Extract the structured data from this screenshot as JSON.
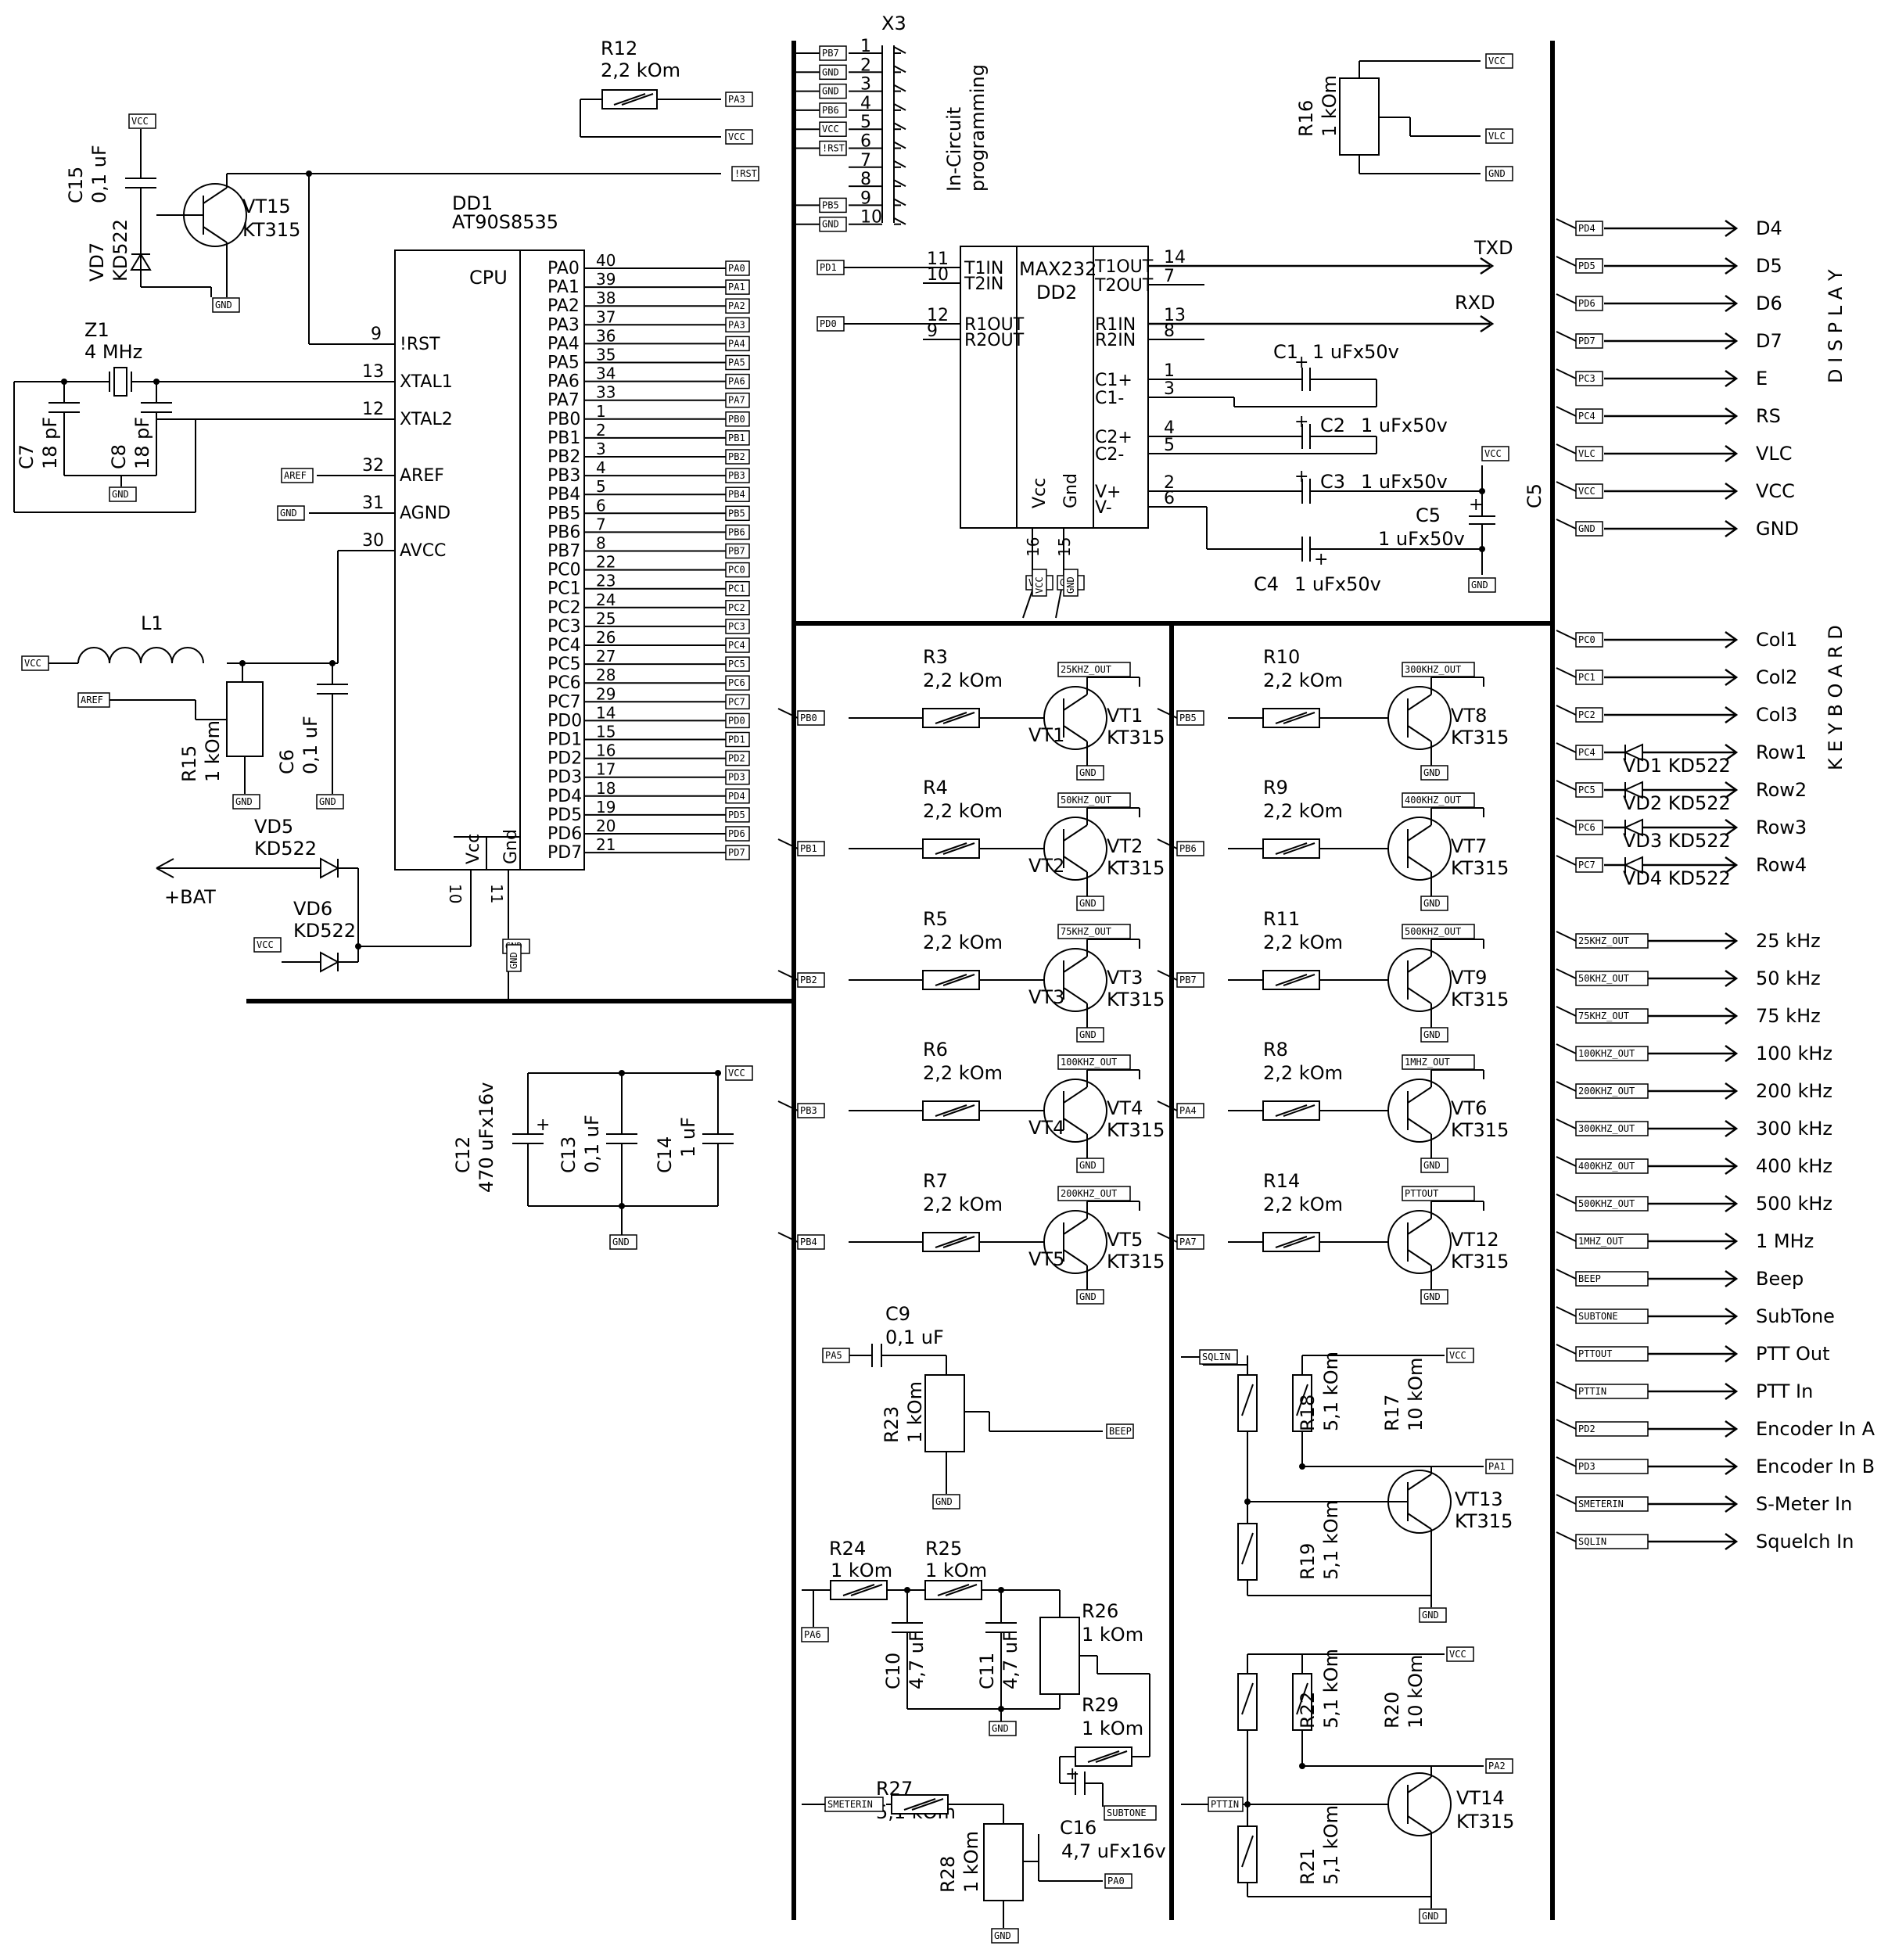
{
  "mcu": {
    "ref": "DD1",
    "part": "AT90S8535",
    "core": "CPU",
    "vcc_pin": "10",
    "gnd_pin": "11"
  },
  "mcu_left_pins": [
    {
      "num": "9",
      "name": "!RST"
    },
    {
      "num": "13",
      "name": "XTAL1"
    },
    {
      "num": "12",
      "name": "XTAL2"
    },
    {
      "num": "32",
      "name": "AREF"
    },
    {
      "num": "31",
      "name": "AGND"
    },
    {
      "num": "30",
      "name": "AVCC"
    }
  ],
  "mcu_right_pins": [
    {
      "name": "PA0",
      "num": "40"
    },
    {
      "name": "PA1",
      "num": "39"
    },
    {
      "name": "PA2",
      "num": "38"
    },
    {
      "name": "PA3",
      "num": "37"
    },
    {
      "name": "PA4",
      "num": "36"
    },
    {
      "name": "PA5",
      "num": "35"
    },
    {
      "name": "PA6",
      "num": "34"
    },
    {
      "name": "PA7",
      "num": "33"
    },
    {
      "name": "PB0",
      "num": "1"
    },
    {
      "name": "PB1",
      "num": "2"
    },
    {
      "name": "PB2",
      "num": "3"
    },
    {
      "name": "PB3",
      "num": "4"
    },
    {
      "name": "PB4",
      "num": "5"
    },
    {
      "name": "PB5",
      "num": "6"
    },
    {
      "name": "PB6",
      "num": "7"
    },
    {
      "name": "PB7",
      "num": "8"
    },
    {
      "name": "PC0",
      "num": "22"
    },
    {
      "name": "PC1",
      "num": "23"
    },
    {
      "name": "PC2",
      "num": "24"
    },
    {
      "name": "PC3",
      "num": "25"
    },
    {
      "name": "PC4",
      "num": "26"
    },
    {
      "name": "PC5",
      "num": "27"
    },
    {
      "name": "PC6",
      "num": "28"
    },
    {
      "name": "PC7",
      "num": "29"
    },
    {
      "name": "PD0",
      "num": "14"
    },
    {
      "name": "PD1",
      "num": "15"
    },
    {
      "name": "PD2",
      "num": "16"
    },
    {
      "name": "PD3",
      "num": "17"
    },
    {
      "name": "PD4",
      "num": "18"
    },
    {
      "name": "PD5",
      "num": "19"
    },
    {
      "name": "PD6",
      "num": "20"
    },
    {
      "name": "PD7",
      "num": "21"
    }
  ],
  "isp": {
    "ref": "X3",
    "title1": "In-Circuit",
    "title2": "programming",
    "pins": [
      {
        "num": "1",
        "tag": "PB7"
      },
      {
        "num": "2",
        "tag": "GND"
      },
      {
        "num": "3",
        "tag": "GND"
      },
      {
        "num": "4",
        "tag": "PB6"
      },
      {
        "num": "5",
        "tag": "VCC"
      },
      {
        "num": "6",
        "tag": "!RST"
      },
      {
        "num": "7",
        "tag": ""
      },
      {
        "num": "8",
        "tag": ""
      },
      {
        "num": "9",
        "tag": "PB5"
      },
      {
        "num": "10",
        "tag": "GND"
      }
    ]
  },
  "max232": {
    "part": "MAX232",
    "ref": "DD2",
    "left_pins": [
      {
        "num": "11",
        "name": "T1IN"
      },
      {
        "num": "10",
        "name": "T2IN"
      },
      {
        "num": "12",
        "name": "R1OUT"
      },
      {
        "num": "9",
        "name": "R2OUT"
      }
    ],
    "right_pins": [
      {
        "num": "14",
        "name": "T1OUT"
      },
      {
        "num": "7",
        "name": "T2OUT"
      },
      {
        "num": "13",
        "name": "R1IN"
      },
      {
        "num": "8",
        "name": "R2IN"
      },
      {
        "num": "1",
        "name": "C1+"
      },
      {
        "num": "3",
        "name": "C1-"
      },
      {
        "num": "4",
        "name": "C2+"
      },
      {
        "num": "5",
        "name": "C2-"
      },
      {
        "num": "2",
        "name": "V+"
      },
      {
        "num": "6",
        "name": "V-"
      }
    ],
    "bottom_pins": [
      {
        "num": "16",
        "name": "Vcc"
      },
      {
        "num": "15",
        "name": "Gnd"
      }
    ],
    "txd": "TXD",
    "rxd": "RXD"
  },
  "components": {
    "R12": {
      "ref": "R12",
      "val": "2,2 kOm"
    },
    "R16": {
      "ref": "R16",
      "val": "1 kOm"
    },
    "R15": {
      "ref": "R15",
      "val": "1 kOm"
    },
    "C15": {
      "ref": "C15",
      "val": "0,1 uF"
    },
    "VT15": {
      "ref": "VT15",
      "val": "KT315"
    },
    "VD7": {
      "ref": "VD7",
      "val": "KD522"
    },
    "Z1": {
      "ref": "Z1",
      "val": "4 MHz"
    },
    "C7": {
      "ref": "C7",
      "val": "18 pF"
    },
    "C8": {
      "ref": "C8",
      "val": "18 pF"
    },
    "L1": {
      "ref": "L1"
    },
    "C6": {
      "ref": "C6",
      "val": "0,1 uF"
    },
    "VD5": {
      "ref": "VD5",
      "val": "KD522"
    },
    "VD6": {
      "ref": "VD6",
      "val": "KD522"
    },
    "BAT": "+BAT",
    "C1": {
      "ref": "C1",
      "val": "1 uFx50v"
    },
    "C2": {
      "ref": "C2",
      "val": "1 uFx50v"
    },
    "C3": {
      "ref": "C3",
      "val": "1 uFx50v"
    },
    "C4": {
      "ref": "C4",
      "val": "1 uFx50v"
    },
    "C5": {
      "ref": "C5",
      "val": "1 uFx50v"
    },
    "C12": {
      "ref": "C12",
      "val": "470 uFx16v"
    },
    "C13": {
      "ref": "C13",
      "val": "0,1 uF"
    },
    "C14": {
      "ref": "C14",
      "val": "1 uF"
    },
    "C9": {
      "ref": "C9",
      "val": "0,1 uF"
    },
    "R23": {
      "ref": "R23",
      "val": "1 kOm"
    },
    "R24": {
      "ref": "R24",
      "val": "1 kOm"
    },
    "R25": {
      "ref": "R25",
      "val": "1 kOm"
    },
    "R26": {
      "ref": "R26",
      "val": "1 kOm"
    },
    "R29": {
      "ref": "R29",
      "val": "1 kOm"
    },
    "C10": {
      "ref": "C10",
      "val": "4,7 uF"
    },
    "C11": {
      "ref": "C11",
      "val": "4,7 uF"
    },
    "C16": {
      "ref": "C16",
      "val": "4,7 uFx16v"
    },
    "R27": {
      "ref": "R27",
      "val": "5,1 kOm"
    },
    "R28": {
      "ref": "R28",
      "val": "1 kOm"
    },
    "R17": {
      "ref": "R17",
      "val": "10 kOm"
    },
    "R18": {
      "ref": "R18",
      "val": "5,1 kOm"
    },
    "R19": {
      "ref": "R19",
      "val": "5,1 kOm"
    },
    "VT13": {
      "ref": "VT13",
      "val": "KT315"
    },
    "R20": {
      "ref": "R20",
      "val": "10 kOm"
    },
    "R22": {
      "ref": "R22",
      "val": "5,1 kOm"
    },
    "R21": {
      "ref": "R21",
      "val": "5,1 kOm"
    },
    "VT14": {
      "ref": "VT14",
      "val": "KT315"
    }
  },
  "switch_left": [
    {
      "res": "R3",
      "val": "2,2 kOm",
      "vt": "VT1",
      "part": "KT315",
      "in": "PB0",
      "out": "25KHZ_OUT"
    },
    {
      "res": "R4",
      "val": "2,2 kOm",
      "vt": "VT2",
      "part": "KT315",
      "in": "PB1",
      "out": "50KHZ_OUT"
    },
    {
      "res": "R5",
      "val": "2,2 kOm",
      "vt": "VT3",
      "part": "KT315",
      "in": "PB2",
      "out": "75KHZ_OUT"
    },
    {
      "res": "R6",
      "val": "2,2 kOm",
      "vt": "VT4",
      "part": "KT315",
      "in": "PB3",
      "out": "100KHZ_OUT"
    },
    {
      "res": "R7",
      "val": "2,2 kOm",
      "vt": "VT5",
      "part": "KT315",
      "in": "PB4",
      "out": "200KHZ_OUT"
    }
  ],
  "switch_right": [
    {
      "res": "R10",
      "val": "2,2 kOm",
      "vt": "VT8",
      "part": "KT315",
      "in": "PB5",
      "out": "300KHZ_OUT"
    },
    {
      "res": "R9",
      "val": "2,2 kOm",
      "vt": "VT7",
      "part": "KT315",
      "in": "PB6",
      "out": "400KHZ_OUT"
    },
    {
      "res": "R11",
      "val": "2,2 kOm",
      "vt": "VT9",
      "part": "KT315",
      "in": "PB7",
      "out": "500KHZ_OUT"
    },
    {
      "res": "R8",
      "val": "2,2 kOm",
      "vt": "VT6",
      "part": "KT315",
      "in": "PA4",
      "out": "1MHZ_OUT"
    },
    {
      "res": "R14",
      "val": "2,2 kOm",
      "vt": "VT12",
      "part": "KT315",
      "in": "PA7",
      "out": "PTTOUT"
    }
  ],
  "display_title": "D I S P L A Y",
  "keyboard_title": "K E Y B O A R D",
  "display": [
    {
      "tag": "PD4",
      "label": "D4"
    },
    {
      "tag": "PD5",
      "label": "D5"
    },
    {
      "tag": "PD6",
      "label": "D6"
    },
    {
      "tag": "PD7",
      "label": "D7"
    },
    {
      "tag": "PC3",
      "label": "E"
    },
    {
      "tag": "PC4",
      "label": "RS"
    },
    {
      "tag": "VLC",
      "label": "VLC"
    },
    {
      "tag": "VCC",
      "label": "VCC"
    },
    {
      "tag": "GND",
      "label": "GND"
    }
  ],
  "keyboard": [
    {
      "tag": "PC0",
      "label": "Col1",
      "diode": ""
    },
    {
      "tag": "PC1",
      "label": "Col2",
      "diode": ""
    },
    {
      "tag": "PC2",
      "label": "Col3",
      "diode": ""
    },
    {
      "tag": "PC4",
      "label": "Row1",
      "diode": "VD1 KD522"
    },
    {
      "tag": "PC5",
      "label": "Row2",
      "diode": "VD2 KD522"
    },
    {
      "tag": "PC6",
      "label": "Row3",
      "diode": "VD3 KD522"
    },
    {
      "tag": "PC7",
      "label": "Row4",
      "diode": "VD4 KD522"
    }
  ],
  "outputs": [
    {
      "tag": "25KHZ_OUT",
      "label": "25 kHz"
    },
    {
      "tag": "50KHZ_OUT",
      "label": "50 kHz"
    },
    {
      "tag": "75KHZ_OUT",
      "label": "75 kHz"
    },
    {
      "tag": "100KHZ_OUT",
      "label": "100 kHz"
    },
    {
      "tag": "200KHZ_OUT",
      "label": "200 kHz"
    },
    {
      "tag": "300KHZ_OUT",
      "label": "300 kHz"
    },
    {
      "tag": "400KHZ_OUT",
      "label": "400 kHz"
    },
    {
      "tag": "500KHZ_OUT",
      "label": "500 kHz"
    },
    {
      "tag": "1MHZ_OUT",
      "label": "1 MHz"
    },
    {
      "tag": "BEEP",
      "label": "Beep"
    },
    {
      "tag": "SUBTONE",
      "label": "SubTone"
    },
    {
      "tag": "PTTOUT",
      "label": "PTT Out"
    },
    {
      "tag": "PTTIN",
      "label": "PTT In"
    },
    {
      "tag": "PD2",
      "label": "Encoder In A"
    },
    {
      "tag": "PD3",
      "label": "Encoder In B"
    },
    {
      "tag": "SMETERIN",
      "label": "S-Meter In"
    },
    {
      "tag": "SQLIN",
      "label": "Squelch In"
    }
  ],
  "nets": {
    "vcc": "VCC",
    "gnd": "GND",
    "aref": "AREF",
    "rst": "!RST",
    "pd0": "PD0",
    "pd1": "PD1",
    "pa0": "PA0",
    "pa1": "PA1",
    "pa2": "PA2",
    "pa3": "PA3",
    "pa5": "PA5",
    "pa6": "PA6",
    "beep": "BEEP",
    "subtone": "SUBTONE",
    "smeterin": "SMETERIN",
    "sqlin": "SQLIN",
    "pttin": "PTTIN",
    "vlc": "VLC"
  }
}
